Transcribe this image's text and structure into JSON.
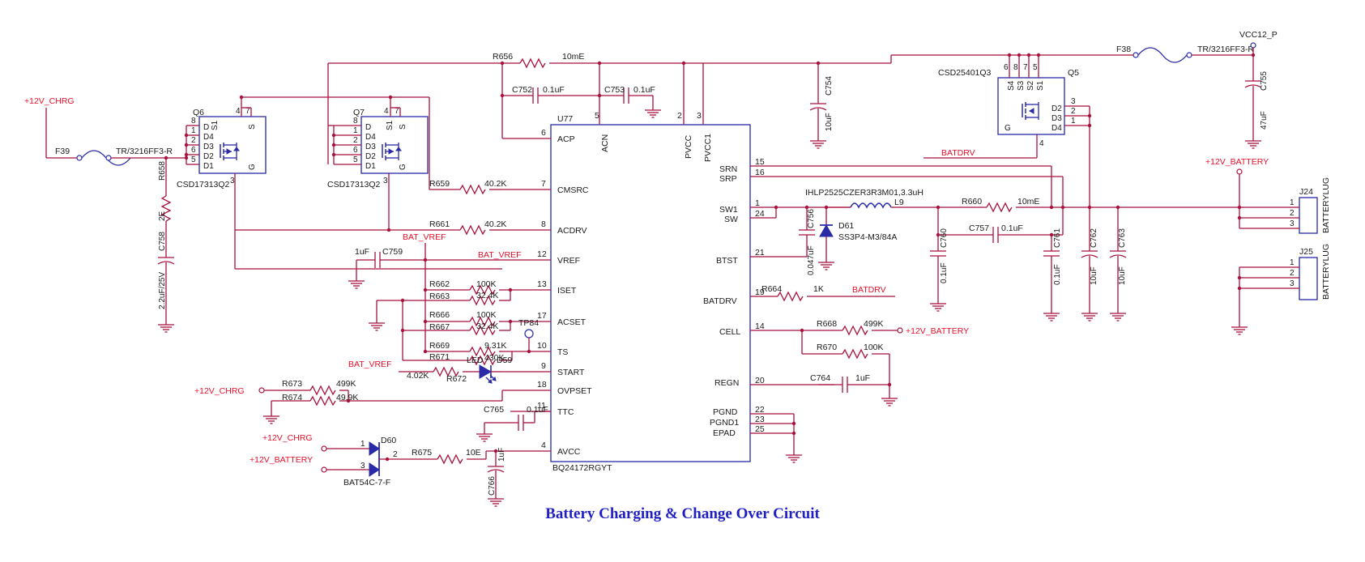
{
  "title": "Battery Charging & Change Over Circuit",
  "colors": {
    "wire": "#a8123c",
    "body": "#2a2aa8",
    "net_label": "#e8102a",
    "title": "#1f1fc4"
  },
  "ic": {
    "ref": "U77",
    "part": "BQ24172RGYT",
    "pins": {
      "acp": "ACP",
      "p6": "6",
      "acn": "ACN",
      "p5": "5",
      "pvcc": "PVCC",
      "p2": "2",
      "pvcc1": "PVCC1",
      "p3": "3",
      "cmsrc": "CMSRC",
      "p7": "7",
      "acdrv": "ACDRV",
      "p8": "8",
      "vref": "VREF",
      "p12": "12",
      "iset": "ISET",
      "p13": "13",
      "acset": "ACSET",
      "p17": "17",
      "ts": "TS",
      "p10": "10",
      "start": "START",
      "p9": "9",
      "ovpset": "OVPSET",
      "p18": "18",
      "ttc": "TTC",
      "p11": "11",
      "avcc": "AVCC",
      "p4": "4",
      "srn": "SRN",
      "p15": "15",
      "srp": "SRP",
      "p16": "16",
      "sw1": "SW1",
      "p1": "1",
      "sw": "SW",
      "p24": "24",
      "btst": "BTST",
      "p21": "21",
      "batdrv": "BATDRV",
      "p19": "19",
      "cell": "CELL",
      "p14": "14",
      "regn": "REGN",
      "p20": "20",
      "pgnd": "PGND",
      "p22": "22",
      "pgnd1": "PGND1",
      "p23": "23",
      "epad": "EPAD",
      "p25": "25"
    }
  },
  "nets": {
    "v12_chrg": "+12V_CHRG",
    "v12_battery": "+12V_BATTERY",
    "vcc12_p": "VCC12_P",
    "bat_vref": "BAT_VREF",
    "batdrv": "BATDRV"
  },
  "mosfets": {
    "q6": {
      "ref": "Q6",
      "part": "CSD17313Q2"
    },
    "q7": {
      "ref": "Q7",
      "part": "CSD17313Q2"
    },
    "q5": {
      "ref": "Q5",
      "part": "CSD25401Q3"
    },
    "pins": {
      "d": "D",
      "d1": "D1",
      "d2": "D2",
      "d3": "D3",
      "d4": "D4",
      "s": "S",
      "s1": "S1",
      "s2": "S2",
      "s3": "S3",
      "s4": "S4",
      "g": "G",
      "n1": "1",
      "n2": "2",
      "n3": "3",
      "n4": "4",
      "n5": "5",
      "n6": "6",
      "n7": "7",
      "n8": "8"
    }
  },
  "fuses": {
    "f39": {
      "ref": "F39",
      "part": "TR/3216FF3-R"
    },
    "f38": {
      "ref": "F38",
      "part": "TR/3216FF3-R"
    }
  },
  "resistors": {
    "r656": {
      "ref": "R656",
      "value": "10mE"
    },
    "r658": {
      "ref": "R658",
      "value": "2E"
    },
    "r659": {
      "ref": "R659",
      "value": "40.2K"
    },
    "r661": {
      "ref": "R661",
      "value": "40.2K"
    },
    "r662": {
      "ref": "R662",
      "value": "100K"
    },
    "r663": {
      "ref": "R663",
      "value": "32.4K"
    },
    "r666": {
      "ref": "R666",
      "value": "100K"
    },
    "r667": {
      "ref": "R667",
      "value": "32.4K"
    },
    "r669": {
      "ref": "R669",
      "value": "9.31K"
    },
    "r671": {
      "ref": "R671",
      "value": "430K"
    },
    "r672": {
      "ref": "R672",
      "value": "4.02K"
    },
    "r673": {
      "ref": "R673",
      "value": "499K"
    },
    "r674": {
      "ref": "R674",
      "value": "49.9K"
    },
    "r675": {
      "ref": "R675",
      "value": "10E"
    },
    "r660": {
      "ref": "R660",
      "value": "10mE"
    },
    "r664": {
      "ref": "R664",
      "value": "1K"
    },
    "r668": {
      "ref": "R668",
      "value": "499K"
    },
    "r670": {
      "ref": "R670",
      "value": "100K"
    }
  },
  "capacitors": {
    "c752": {
      "ref": "C752",
      "value": "0.1uF"
    },
    "c753": {
      "ref": "C753",
      "value": "0.1uF"
    },
    "c754": {
      "ref": "C754",
      "value": "10uF"
    },
    "c755": {
      "ref": "C755",
      "value": "47uF"
    },
    "c758": {
      "ref": "C758",
      "value": "2.2uF/25V"
    },
    "c759": {
      "ref": "C759",
      "value": "1uF"
    },
    "c765": {
      "ref": "C765",
      "value": "0.1uF"
    },
    "c766": {
      "ref": "C766",
      "value": "1uF"
    },
    "c756": {
      "ref": "C756",
      "value": "0.047uF"
    },
    "c757": {
      "ref": "C757",
      "value": "0.1uF"
    },
    "c760": {
      "ref": "C760",
      "value": "0.1uF"
    },
    "c761": {
      "ref": "C761",
      "value": "0.1uF"
    },
    "c762": {
      "ref": "C762",
      "value": "10uF"
    },
    "c763": {
      "ref": "C763",
      "value": "10uF"
    },
    "c764": {
      "ref": "C764",
      "value": "1uF"
    }
  },
  "inductor": {
    "ref": "L9",
    "part": "IHLP2525CZER3R3M01,3.3uH"
  },
  "diodes": {
    "d61": {
      "ref": "D61",
      "part": "SS3P4-M3/84A"
    },
    "d59": {
      "ref": "D59",
      "label": "LED"
    },
    "d60": {
      "ref": "D60",
      "part": "BAT54C-7-F",
      "pin1": "1",
      "pin2": "2",
      "pin3": "3"
    }
  },
  "testpoint": {
    "ref": "TP84"
  },
  "connectors": {
    "j24": {
      "ref": "J24",
      "name": "BATTERYLUG",
      "p1": "1",
      "p2": "2",
      "p3": "3"
    },
    "j25": {
      "ref": "J25",
      "name": "BATTERYLUG",
      "p1": "1",
      "p2": "2",
      "p3": "3"
    }
  }
}
